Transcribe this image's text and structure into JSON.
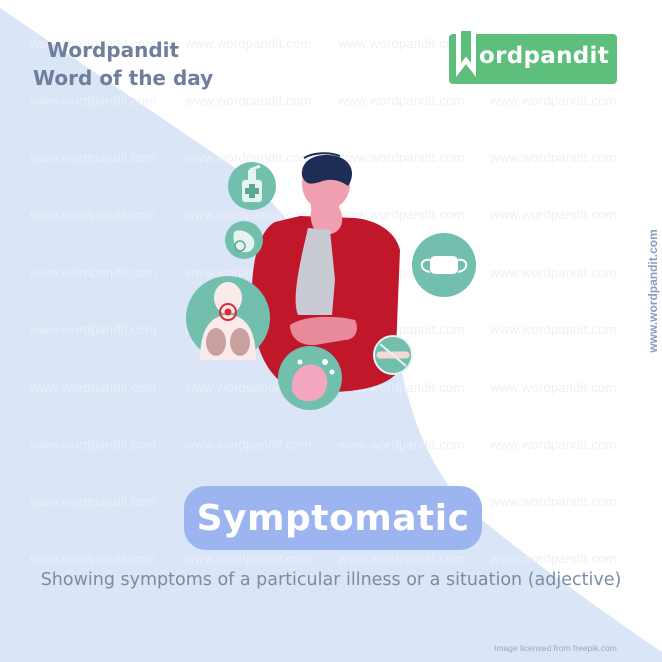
{
  "header": {
    "brand_title": "Wordpandit",
    "brand_subtitle": "Word of the day"
  },
  "logo": {
    "text": "ordpandit",
    "initial_icon": "bookmark-w-icon",
    "color": "#5dbf7b"
  },
  "side_url": "www.wordpandit.com",
  "watermark_text": "www.wordpandit.com",
  "illustration": {
    "description": "Sick man coughing into hand holding stomach, surrounded by health icons",
    "icons": [
      "hand-sanitizer-icon",
      "hand-germs-icon",
      "lungs-throat-icon",
      "face-mask-icon",
      "no-handshake-icon",
      "hand-washing-icon"
    ],
    "accent_color": "#72bfae",
    "shirt_color": "#c0182a"
  },
  "word": {
    "label": "Symptomatic",
    "pill_color": "#9cb4f0"
  },
  "definition": "Showing symptoms of a particular  illness  or a situation (adjective)",
  "credit": "Image licensed from freepik.com",
  "colors": {
    "background": "#ffffff",
    "shape": "#dbe5f8",
    "heading_text": "#6f7f9b"
  }
}
